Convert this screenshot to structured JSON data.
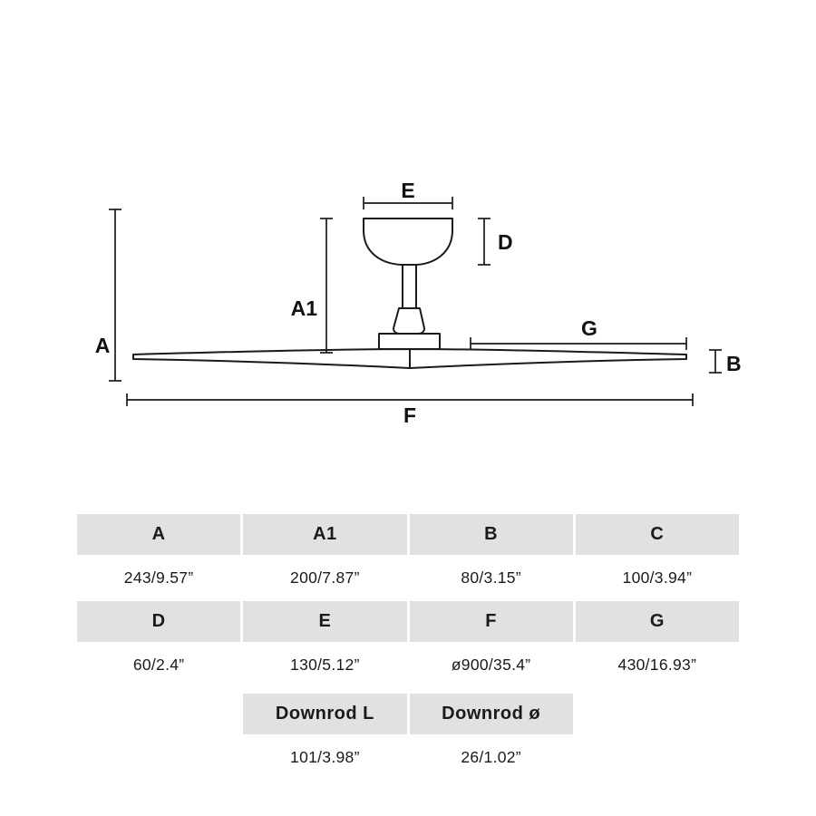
{
  "diagram": {
    "labels": {
      "A": "A",
      "A1": "A1",
      "B": "B",
      "D": "D",
      "E": "E",
      "F": "F",
      "G": "G"
    }
  },
  "table": {
    "row1_headers": [
      "A",
      "A1",
      "B",
      "C"
    ],
    "row1_values": [
      "243/9.57”",
      "200/7.87”",
      "80/3.15”",
      "100/3.94”"
    ],
    "row2_headers": [
      "D",
      "E",
      "F",
      "G"
    ],
    "row2_values": [
      "60/2.4”",
      "130/5.12”",
      "ø900/35.4”",
      "430/16.93”"
    ],
    "row3_headers": [
      "Downrod L",
      "Downrod ø"
    ],
    "row3_values": [
      "101/3.98”",
      "26/1.02”"
    ]
  }
}
